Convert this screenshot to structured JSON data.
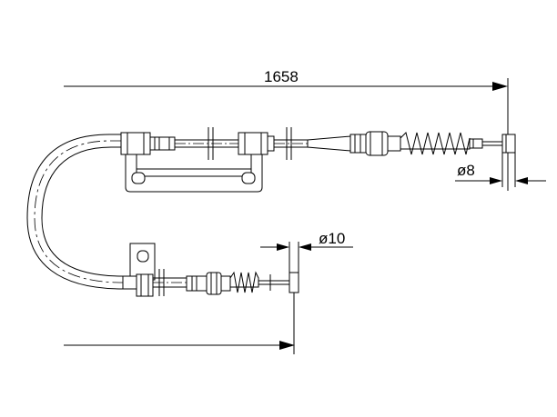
{
  "dimensions": {
    "total_length": "1658",
    "diameter_right": "ø8",
    "diameter_lower": "ø10"
  },
  "colors": {
    "line": "#000000",
    "background": "#ffffff"
  }
}
